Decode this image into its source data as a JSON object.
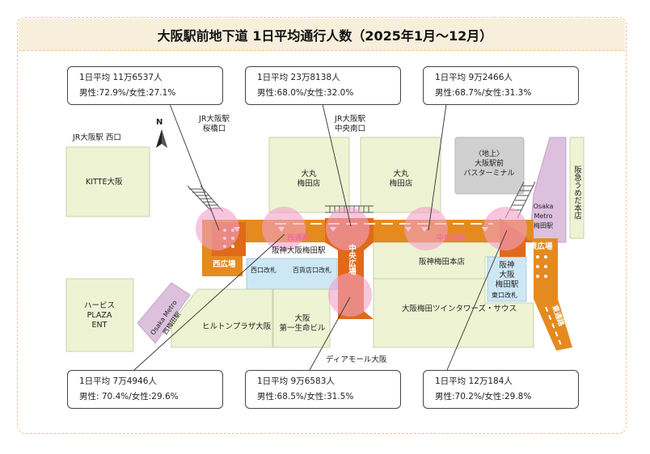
{
  "title": "大阪駅前地下道 1日平均通行人数（2025年1月〜12月）",
  "compass": "N",
  "stats": [
    {
      "id": "top-left",
      "count": "1日平均 11万6537人",
      "ratio": "男性:72.9%/女性:27.1%"
    },
    {
      "id": "top-center",
      "count": "1日平均 23万8138人",
      "ratio": "男性:68.0%/女性:32.0%"
    },
    {
      "id": "top-right",
      "count": "1日平均 9万2466人",
      "ratio": "男性:68.7%/女性:31.3%"
    },
    {
      "id": "bottom-left",
      "count": "1日平均 7万4946人",
      "ratio": "男性: 70.4%/女性:29.6%"
    },
    {
      "id": "bottom-center",
      "count": "1日平均 9万6583人",
      "ratio": "男性:68.5%/女性:31.5%"
    },
    {
      "id": "bottom-right",
      "count": "1日平均 12万184人",
      "ratio": "男性:70.2%/女性:29.8%"
    }
  ],
  "places": {
    "jr_west_exit": "JR大阪駅 西口",
    "jr_sakurabashi_1": "JR大阪駅",
    "jr_sakurabashi_2": "桜橋口",
    "jr_central_south_1": "JR大阪駅",
    "jr_central_south_2": "中央南口",
    "kitte": "KITTE大阪",
    "daimaru_1": "大丸",
    "daimaru_2": "梅田店",
    "bus_1": "〈地上〉",
    "bus_2": "大阪駅前",
    "bus_3": "バスターミナル",
    "hankyu_umeda": "阪急うめだ本店",
    "metro_umeda_1": "Osaka",
    "metro_umeda_2": "Metro",
    "metro_umeda_3": "梅田駅",
    "nishi_hiroba": "西広場",
    "nishi_dori": "西通路",
    "chuo_hiroba": "中央広場",
    "chuo_dori": "中央通路",
    "higashi_hiroba": "東広場",
    "hanshin_osaka_umeda": "阪神大阪梅田駅",
    "west_gate": "西口改札",
    "dept_gate": "百貨店口改札",
    "hanshin_dept": "阪神梅田本店",
    "hanshin_st_1": "阪神",
    "hanshin_st_2": "大阪",
    "hanshin_st_3": "梅田駅",
    "east_gate": "東口改札",
    "herbis_1": "ハービス",
    "herbis_2": "PLAZA",
    "herbis_3": "ENT",
    "metro_nishiumeda_1": "Osaka Metro",
    "metro_nishiumeda_2": "西梅田駅",
    "hilton": "ヒルトンプラザ大阪",
    "daiichi_1": "大阪",
    "daiichi_2": "第一生命ビル",
    "twin_towers": "大阪梅田ツインタワーズ・サウス",
    "diamor": "ディアモール大阪",
    "east_dori": "東通路"
  },
  "colors": {
    "passage": "#e48a1f",
    "plaza": "#e06a1a",
    "building": "#eef3d3",
    "station": "#cde7f5",
    "metro": "#dcc0de",
    "bus": "#d0d0d0",
    "count_point": "#f2a0c8"
  }
}
